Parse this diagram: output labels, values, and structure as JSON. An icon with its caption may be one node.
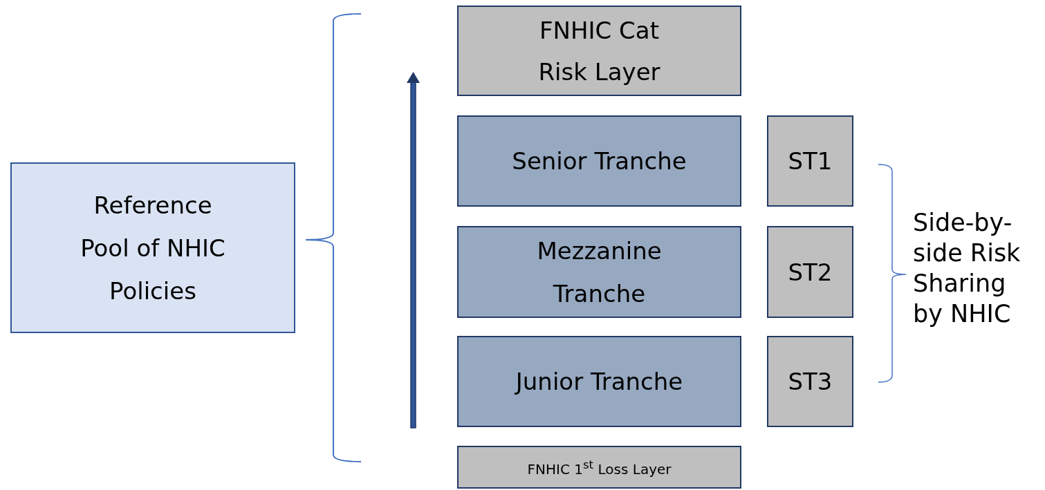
{
  "diagram": {
    "nodes": [
      {
        "text": [
          "Reference Pool of NHIC Policies"
        ]
      },
      {
        "text": [
          "FNHIC Cat Risk Layer"
        ]
      },
      {
        "text": [
          "Senior Tranche"
        ]
      },
      {
        "text": [
          "ST1"
        ]
      },
      {
        "text": [
          "Mezzanine Tranche"
        ]
      },
      {
        "text": [
          "ST2"
        ]
      },
      {
        "text": [
          "Junior Tranche"
        ]
      },
      {
        "text": [
          "ST3"
        ]
      },
      {
        "text": [
          "FNHIC 1$^{st}$ Loss Layer"
        ]
      }
    ],
    "labels": [
      "Side-by-side Risk Sharing by NHIC"
    ]
  }
}
